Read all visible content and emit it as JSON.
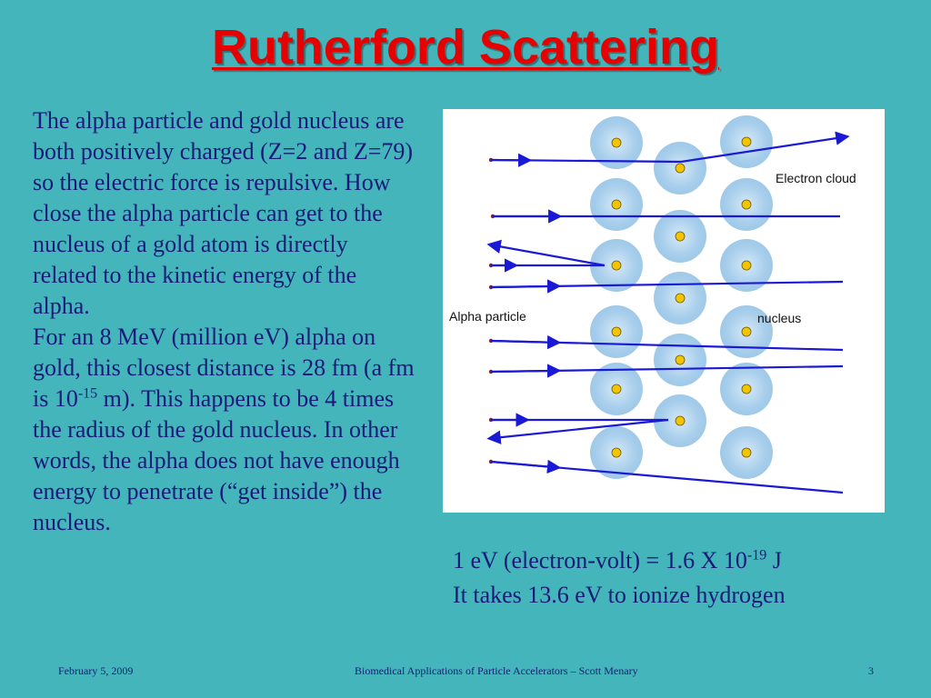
{
  "slide": {
    "title": "Rutherford Scattering",
    "body": {
      "paragraph1": "The alpha particle and gold nucleus are both positively charged (Z=2 and Z=79) so the electric force is repulsive. How close the alpha particle can get to the nucleus of a gold atom is directly related to the kinetic energy of the alpha.",
      "paragraph2_before_sup": "For  an 8 MeV (million eV) alpha on gold, this closest distance is 28 fm (a fm is 10",
      "paragraph2_sup": "-15",
      "paragraph2_after_sup": " m). This happens to be 4 times the radius of the gold nucleus. In other words, the alpha does not have enough energy to penetrate (“get inside”) the nucleus."
    },
    "figure": {
      "label_electron_cloud": "Electron cloud",
      "label_alpha_particle": "Alpha particle",
      "label_nucleus": "nucleus",
      "cloud_color": "#9ec9ea",
      "nucleus_color": "#f5c400",
      "track_color": "#1a1ad6"
    },
    "notes": {
      "line1_before_sup": "1 eV (electron-volt) = 1.6 X 10",
      "line1_sup": "-19",
      "line1_after_sup": " J",
      "line2": "It takes 13.6 eV to ionize hydrogen"
    },
    "footer": {
      "date": "February 5, 2009",
      "title": "Biomedical Applications of Particle Accelerators – Scott Menary",
      "page": "3"
    }
  }
}
